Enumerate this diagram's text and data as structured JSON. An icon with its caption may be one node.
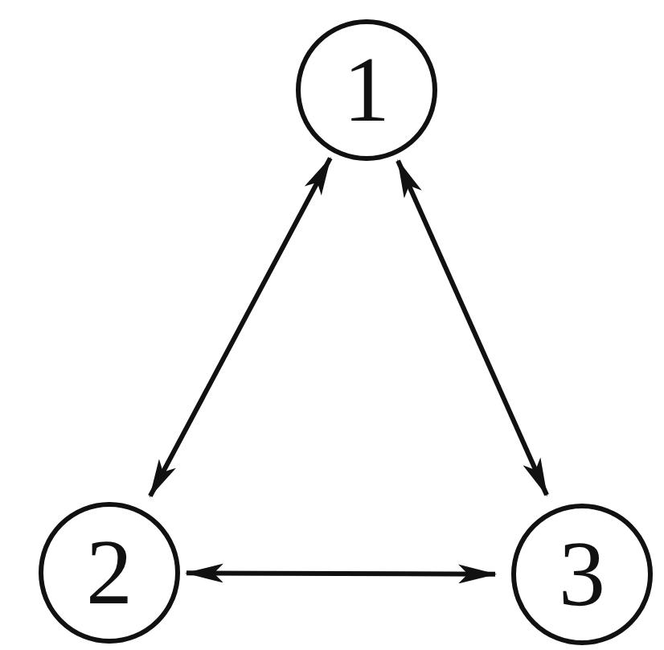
{
  "diagram": {
    "nodes": [
      {
        "text": [
          "1"
        ]
      },
      {
        "text": [
          "2"
        ]
      },
      {
        "text": [
          "3"
        ]
      }
    ],
    "edges": [
      {
        "from": 0,
        "to": 1,
        "arrow": "both"
      },
      {
        "from": 0,
        "to": 2,
        "arrow": "both"
      },
      {
        "from": 1,
        "to": 2,
        "arrow": "both"
      }
    ]
  }
}
